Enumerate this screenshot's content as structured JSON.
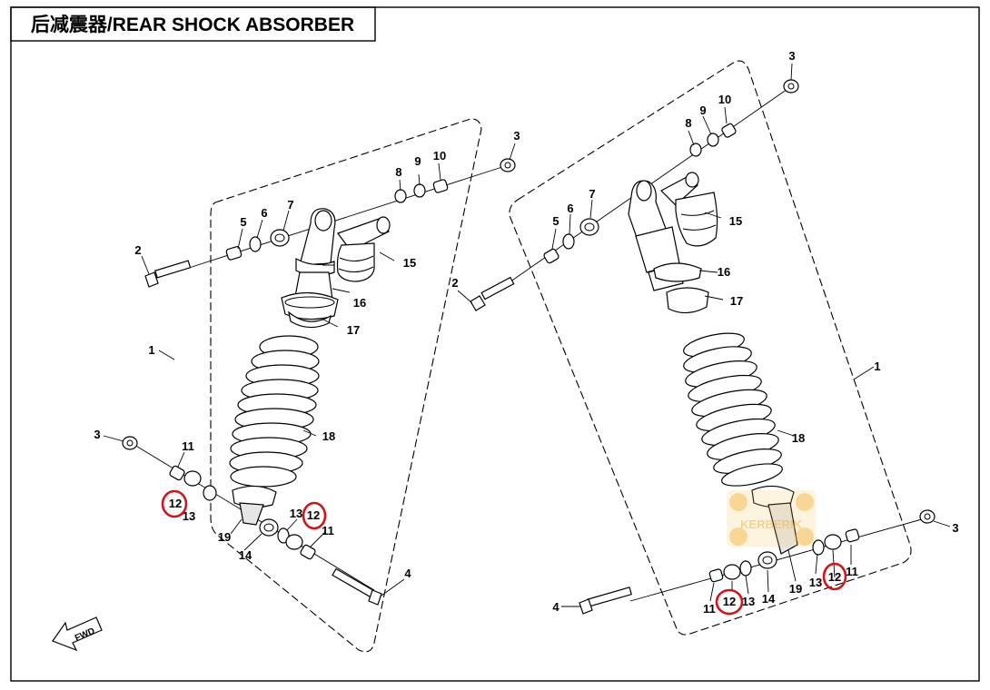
{
  "title": "后减震器/REAR SHOCK ABSORBER",
  "direction_label": "FWD",
  "watermark": "KERBERIK",
  "highlight_color": "#d4141c",
  "highlighted_part": "12",
  "left_callouts": {
    "c1": "1",
    "c2": "2",
    "c3a": "3",
    "c3b": "3",
    "c4": "4",
    "c5": "5",
    "c6": "6",
    "c7": "7",
    "c8": "8",
    "c9": "9",
    "c10": "10",
    "c11a": "11",
    "c11b": "11",
    "c12a": "12",
    "c12b": "12",
    "c13a": "13",
    "c13b": "13",
    "c14": "14",
    "c15": "15",
    "c16": "16",
    "c17": "17",
    "c18": "18",
    "c19": "19"
  },
  "right_callouts": {
    "c1": "1",
    "c2": "2",
    "c3a": "3",
    "c3b": "3",
    "c4": "4",
    "c5": "5",
    "c6": "6",
    "c7": "7",
    "c8": "8",
    "c9": "9",
    "c10": "10",
    "c11a": "11",
    "c11b": "11",
    "c12a": "12",
    "c12b": "12",
    "c13a": "13",
    "c13b": "13",
    "c14": "14",
    "c15": "15",
    "c16": "16",
    "c17": "17",
    "c18": "18",
    "c19": "19"
  }
}
